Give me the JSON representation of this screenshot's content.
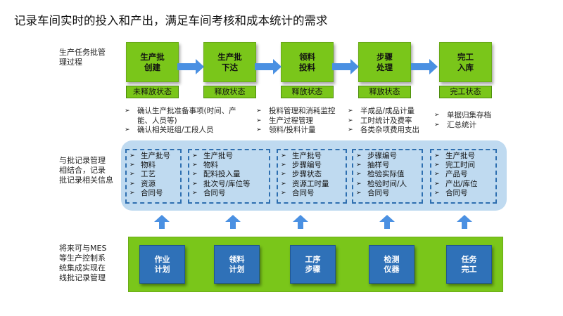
{
  "title": "记录车间实时的投入和产出，满足车间考核和成本统计的需求",
  "side_labels": {
    "process": [
      "生产任务批管",
      "理过程"
    ],
    "records": [
      "与批记录管理",
      "相结合，记录",
      "批记录相关信息"
    ],
    "integration": [
      "将来可与MES",
      "等生产控制系",
      "统集成实现在",
      "线批记录管理"
    ]
  },
  "stages": [
    {
      "line1": "生产批",
      "line2": "创建",
      "status": "未释放状态"
    },
    {
      "line1": "生产批",
      "line2": "下达",
      "status": "释放状态"
    },
    {
      "line1": "领料",
      "line2": "投料",
      "status": "释放状态"
    },
    {
      "line1": "步骤",
      "line2": "处理",
      "status": "释放状态"
    },
    {
      "line1": "完工",
      "line2": "入库",
      "status": "完工状态"
    }
  ],
  "stage_bullets": [
    [
      "确认生产批准备事项(时间、产",
      "确认相关班组/工段人员"
    ],
    [
      "投料管理和消耗监控",
      "生产过程管理",
      "领料/投料计量"
    ],
    [
      "半成品/成品计量",
      "工时统计及费率",
      "各类杂项费用支出"
    ],
    [
      "单据归集存档",
      "汇总统计"
    ]
  ],
  "stage_bullet_continuation": "能、人员等)",
  "records": [
    [
      "生产批号",
      "物料",
      "工艺",
      "资源",
      "合同号"
    ],
    [
      "生产批号",
      "物料",
      "配料投入量",
      "批次号/库位等",
      "合同号"
    ],
    [
      "生产批号",
      "步骤编号",
      "步骤状态",
      "资源工时量",
      "合同号"
    ],
    [
      "步骤编号",
      "抽样号",
      "检验实际值",
      "检验时间/人",
      "合同号"
    ],
    [
      "生产批号",
      "完工时间",
      "产品号",
      "产出/库位",
      "合同号"
    ]
  ],
  "systems": [
    {
      "line1": "作业",
      "line2": "计划"
    },
    {
      "line1": "领料",
      "line2": "计划"
    },
    {
      "line1": "工序",
      "line2": "步骤"
    },
    {
      "line1": "检测",
      "line2": "仪器"
    },
    {
      "line1": "任务",
      "line2": "完工"
    }
  ],
  "colors": {
    "stage_green": "#7ac61a",
    "arrow_blue": "#4a90e2",
    "band_blue": "#bfdaf0",
    "dash_blue": "#2e6fb0",
    "system_blue": "#2f71b8"
  }
}
